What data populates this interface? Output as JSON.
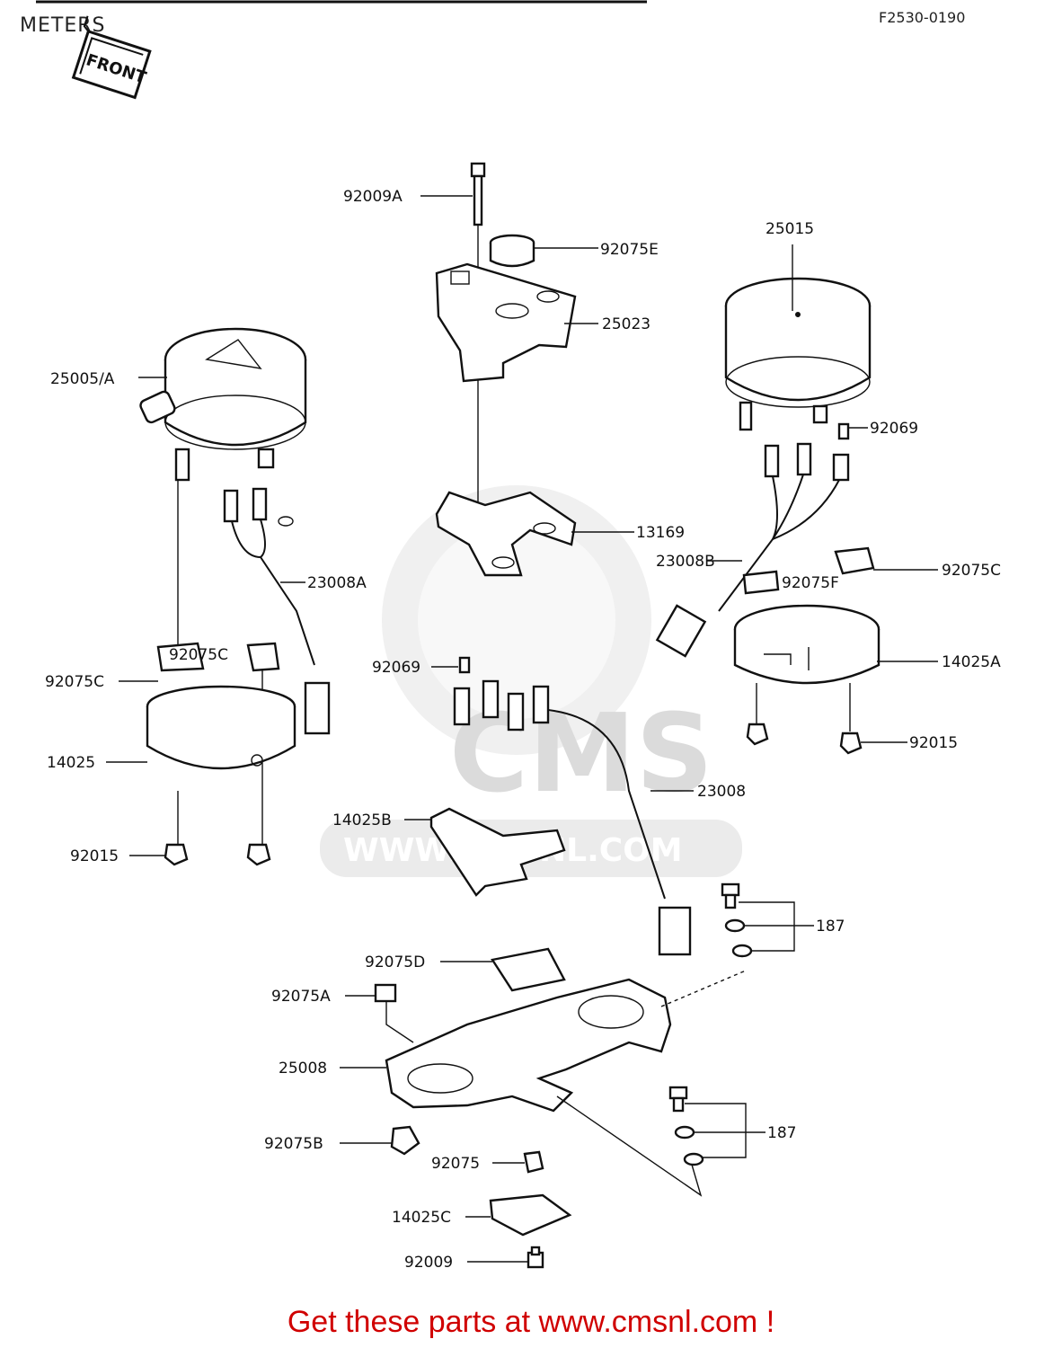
{
  "header": {
    "title": "METERS",
    "figure_number": "F2530-0190"
  },
  "front_badge": "FRONT",
  "watermark": {
    "brand": "CMS",
    "url": "WWW.CMSNL.COM"
  },
  "callouts": {
    "c92009A": "92009A",
    "c92075E": "92075E",
    "c25015": "25015",
    "c25023": "25023",
    "c25005A": "25005/A",
    "c92069R": "92069",
    "c13169": "13169",
    "c23008B": "23008B",
    "c92075F": "92075F",
    "c92075CR": "92075C",
    "c23008A": "23008A",
    "c92075CM": "92075C",
    "c92075CL": "92075C",
    "c14025A": "14025A",
    "c92069M": "92069",
    "c14025": "14025",
    "c92015R": "92015",
    "c23008": "23008",
    "c14025B": "14025B",
    "c92015L": "92015",
    "c187a": "187",
    "c92075D": "92075D",
    "c92075A": "92075A",
    "c25008": "25008",
    "c187b": "187",
    "c92075B": "92075B",
    "c92075": "92075",
    "c14025C": "14025C",
    "c92009": "92009"
  },
  "footer": "Get these parts at www.cmsnl.com !"
}
